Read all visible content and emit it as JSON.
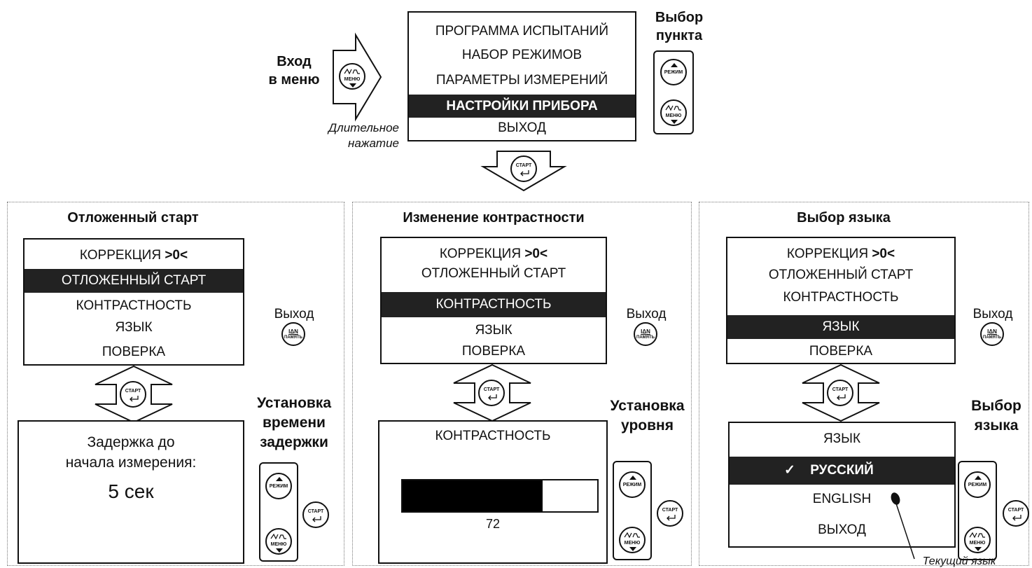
{
  "top": {
    "enter_label_1": "Вход",
    "enter_label_2": "в меню",
    "long_press_1": "Длительное",
    "long_press_2": "нажатие",
    "select_1": "Выбор",
    "select_2": "пункта",
    "menu_items": [
      "ПРОГРАММА ИСПЫТАНИЙ",
      "НАБОР РЕЖИМОВ",
      "ПАРАМЕТРЫ ИЗМЕРЕНИЙ",
      "НАСТРОЙКИ ПРИБОРА",
      "ВЫХОД"
    ],
    "selected_index": 3
  },
  "buttons": {
    "mode": "РЕЖИМ",
    "menu": "МЕНЮ",
    "start": "СТАРТ",
    "memory_top": "IΔN",
    "memory_bottom": "ПАМЯТЬ"
  },
  "settings_menu": {
    "item_correction_prefix": "КОРРЕКЦИЯ ",
    "item_correction_suffix": ">0<",
    "item_delayed": "ОТЛОЖЕННЫЙ СТАРТ",
    "item_contrast": "КОНТРАСТНОСТЬ",
    "item_language": "ЯЗЫК",
    "item_verification": "ПОВЕРКА"
  },
  "exit_label": "Выход",
  "panel_delayed": {
    "title": "Отложенный старт",
    "text_1": "Задержка до",
    "text_2": "начала измерения:",
    "value": "5 сек",
    "set_label_1": "Установка",
    "set_label_2": "времени",
    "set_label_3": "задержки"
  },
  "panel_contrast": {
    "title": "Изменение контрастности",
    "screen_title": "КОНТРАСТНОСТЬ",
    "level": 72,
    "level_max": 100,
    "level_text": "72",
    "set_label_1": "Установка",
    "set_label_2": "уровня"
  },
  "panel_language": {
    "title": "Выбор языка",
    "screen_title": "ЯЗЫК",
    "check": "✓",
    "option_ru": "РУССКИЙ",
    "option_en": "ENGLISH",
    "option_exit": "ВЫХОД",
    "set_label_1": "Выбор",
    "set_label_2": "языка",
    "current_note": "Текущий язык"
  }
}
